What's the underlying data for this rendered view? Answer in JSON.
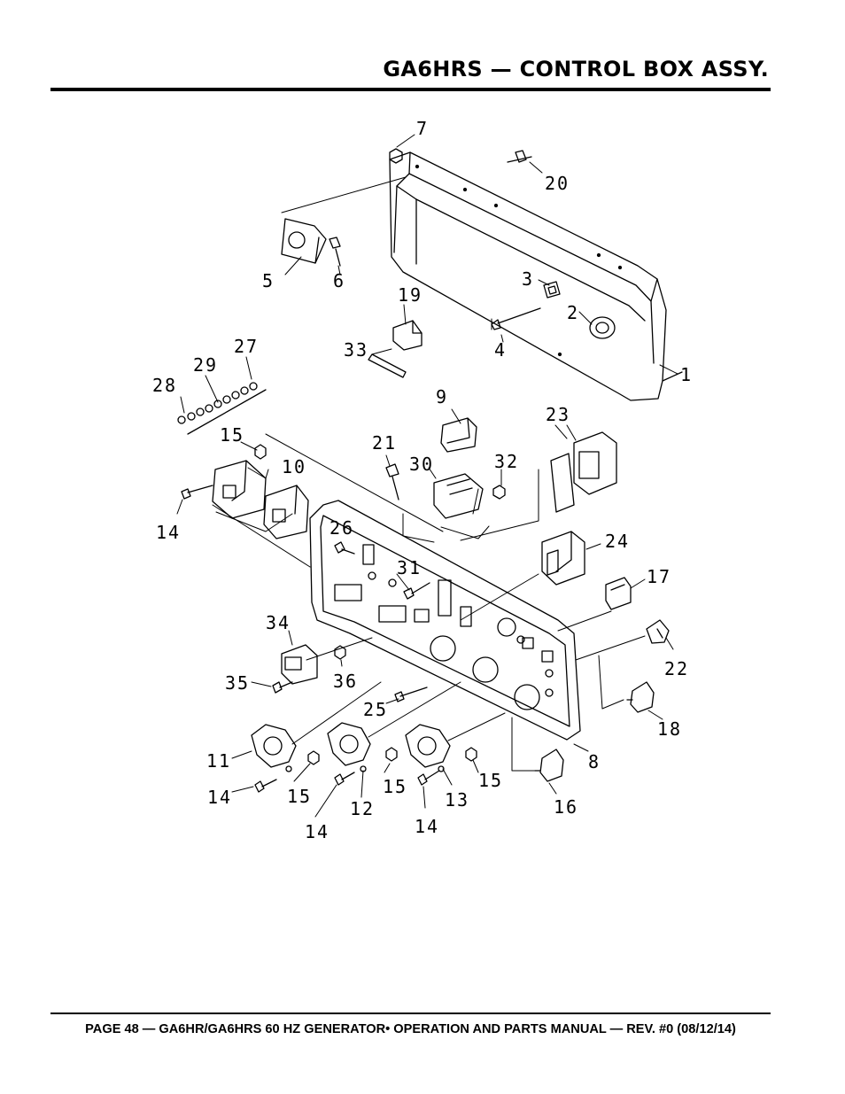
{
  "page": {
    "title": "GA6HRS — CONTROL BOX ASSY.",
    "footer": "PAGE 48 — GA6HR/GA6HRS 60 HZ GENERATOR• OPERATION AND PARTS MANUAL — REV. #0 (08/12/14)"
  },
  "diagram": {
    "callouts": [
      "7",
      "20",
      "5",
      "6",
      "19",
      "3",
      "2",
      "4",
      "33",
      "1",
      "27",
      "29",
      "28",
      "9",
      "23",
      "15",
      "21",
      "30",
      "32",
      "10",
      "14",
      "26",
      "24",
      "31",
      "17",
      "34",
      "22",
      "36",
      "35",
      "25",
      "18",
      "11",
      "12",
      "13",
      "15",
      "14",
      "15",
      "14",
      "15",
      "16",
      "14",
      "8"
    ]
  }
}
